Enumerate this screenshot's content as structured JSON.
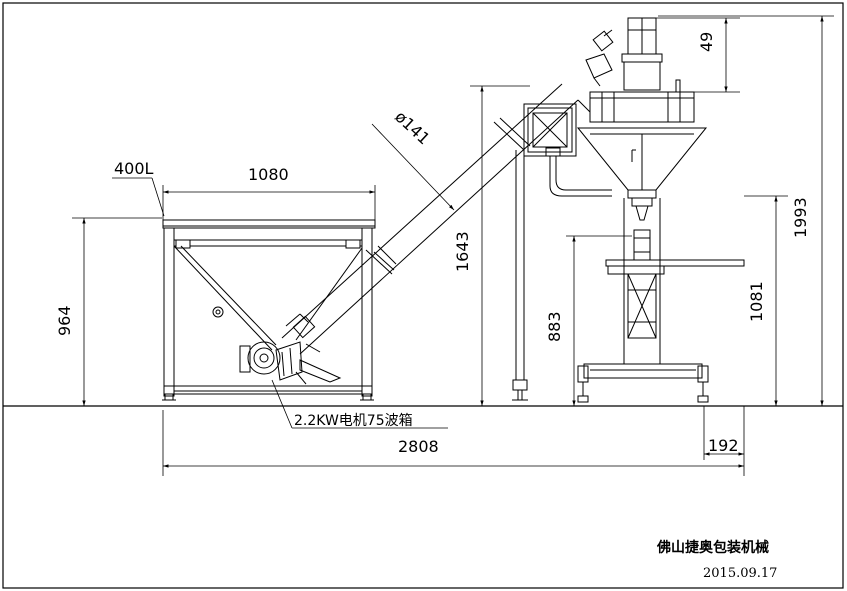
{
  "drawing": {
    "dimensions": {
      "hopper_volume": "400L",
      "hopper_width": "1080",
      "hopper_height": "964",
      "screw_diameter": "ø141",
      "conveyor_height": "1643",
      "post_height": "883",
      "motor_offset": "49",
      "overall_height": "1993",
      "table_height": "1081",
      "total_length": "2808",
      "right_offset": "192"
    },
    "labels": {
      "motor_gearbox": "2.2KW电机75波箱"
    },
    "title_block": {
      "company": "佛山捷奥包装机械",
      "date": "2015.09.17"
    }
  }
}
